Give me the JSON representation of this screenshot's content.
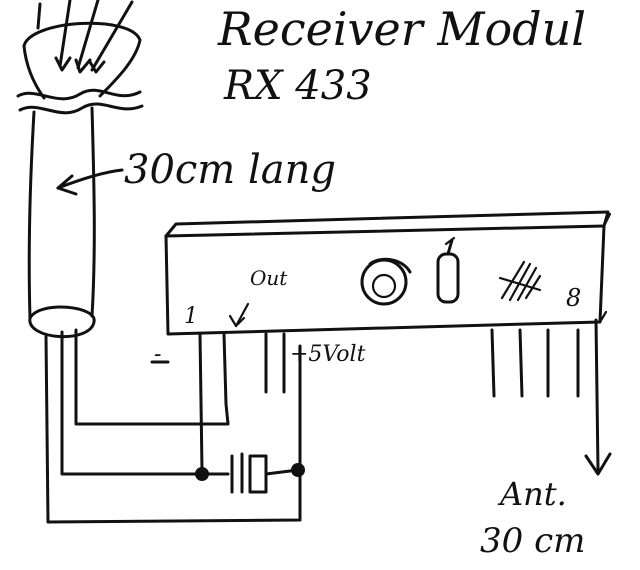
{
  "diagram": {
    "title_line1": "Receiver Modul",
    "title_line2": "RX 433",
    "cable_length": "30cm lang",
    "out_label": "Out",
    "pin_1": "1",
    "pin_8": "8",
    "supply_label": "+5Volt",
    "ground_label": "-",
    "antenna_label": "Ant.",
    "antenna_length": "30 cm",
    "ink_color": "#111111",
    "paper_color": "#ffffff"
  }
}
